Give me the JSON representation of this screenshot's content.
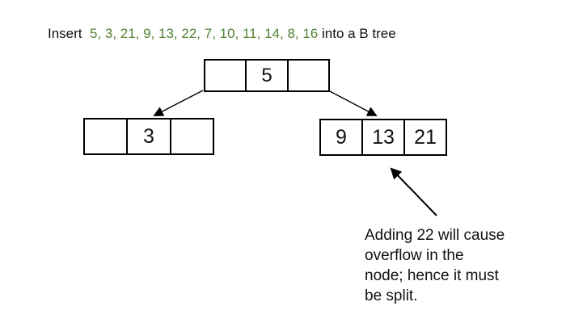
{
  "title": {
    "prefix": "Insert  ",
    "numbers": "5, 3, 21, 9, 13, 22, 7, 10, 11, 14, 8, 16",
    "suffix": " into a B tree"
  },
  "tree": {
    "root": {
      "cells": [
        "",
        "5",
        ""
      ]
    },
    "left_child": {
      "cells": [
        "",
        "3",
        ""
      ]
    },
    "right_child": {
      "cells": [
        "9",
        "13",
        "21"
      ]
    }
  },
  "annotation": {
    "lines": [
      "Adding 22 will cause",
      "overflow in the",
      "node; hence it must",
      "be split."
    ]
  },
  "colors": {
    "sequence_green": "#538135",
    "text": "#111111",
    "line": "#000000",
    "background": "#ffffff"
  }
}
